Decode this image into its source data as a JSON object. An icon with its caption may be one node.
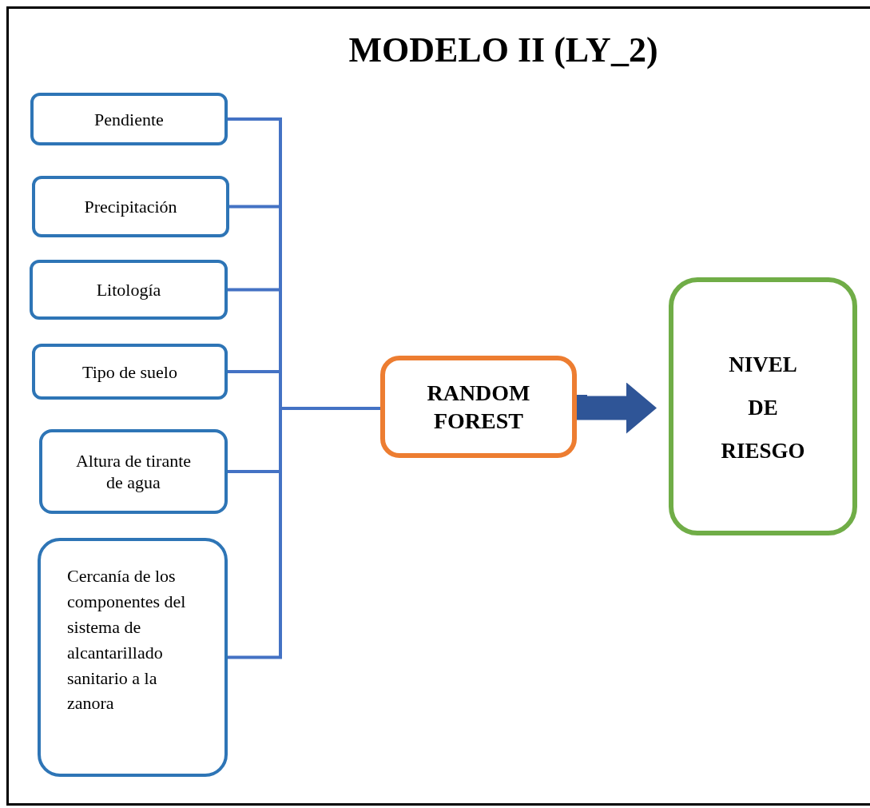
{
  "diagram": {
    "title": "MODELO II (LY_2)",
    "nodes": [
      {
        "text": [
          "Pendiente"
        ]
      },
      {
        "text": [
          "Precipitación"
        ]
      },
      {
        "text": [
          "Litología"
        ]
      },
      {
        "text": [
          "Tipo de suelo"
        ]
      },
      {
        "text": [
          "Altura de tirante de agua"
        ]
      },
      {
        "text": [
          "Cercanía de los componentes del sistema de alcantarillado sanitario a la zanora"
        ]
      },
      {
        "text": [
          "RANDOM FOREST"
        ]
      },
      {
        "text": [
          "NIVEL DE RIESGO"
        ]
      }
    ],
    "edges": [
      {
        "from": 0,
        "to": 6,
        "arrow": "none"
      },
      {
        "from": 1,
        "to": 6,
        "arrow": "none"
      },
      {
        "from": 2,
        "to": 6,
        "arrow": "none"
      },
      {
        "from": 3,
        "to": 6,
        "arrow": "none"
      },
      {
        "from": 4,
        "to": 6,
        "arrow": "none"
      },
      {
        "from": 5,
        "to": 6,
        "arrow": "none"
      },
      {
        "from": 6,
        "to": 7,
        "arrow": "to",
        "style": "thick",
        "color": "#2f5597"
      }
    ]
  }
}
